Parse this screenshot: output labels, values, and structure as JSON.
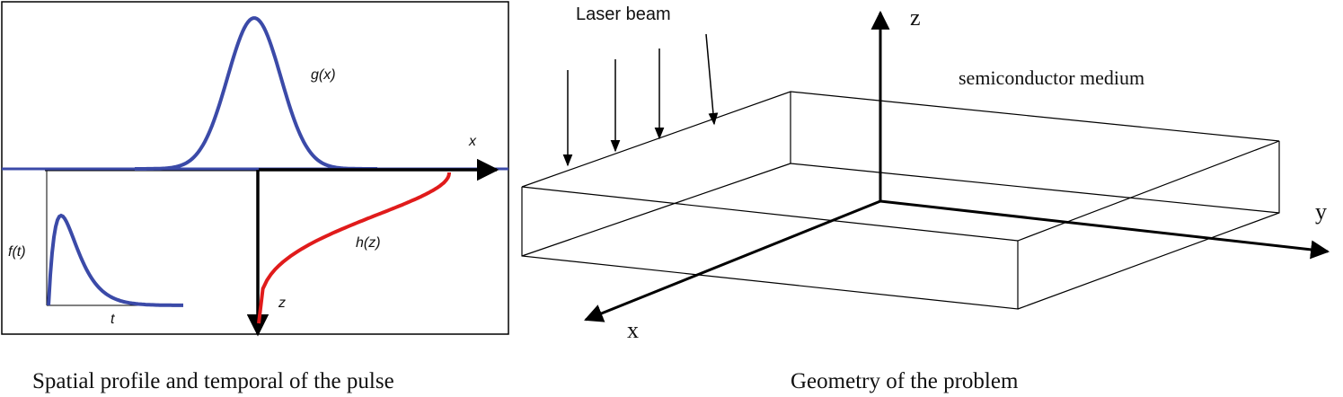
{
  "left_panel": {
    "gx_label": "g(x)",
    "x_label": "x",
    "ft_label": "f(t)",
    "t_label": "t",
    "hz_label": "h(z)",
    "z_label": "z",
    "caption": "Spatial profile and temporal of the pulse",
    "colors": {
      "gaussian": "#3b4aa8",
      "temporal": "#3b4aa8",
      "decay": "#e01b1b",
      "axis": "#000000"
    }
  },
  "right_panel": {
    "laser_label": "Laser beam",
    "medium_label": "semiconductor medium",
    "z_label": "z",
    "y_label": "y",
    "x_label": "x",
    "caption": "Geometry of the problem"
  }
}
